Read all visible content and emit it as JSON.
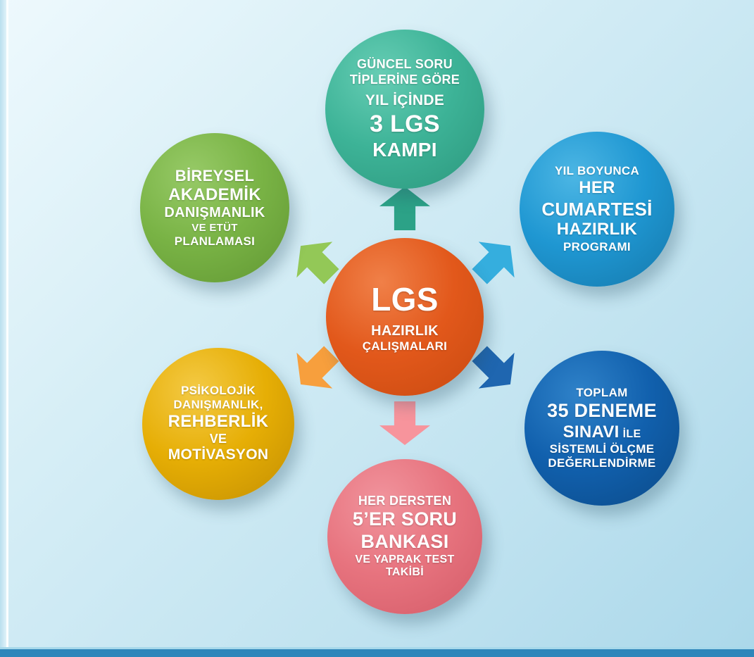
{
  "colors": {
    "background_top": "#eef9fd",
    "background_bottom": "#abd8ea",
    "bottom_bar": "#2e86ba",
    "center_orange": "#e2581b",
    "top_teal": "#3db397",
    "top_right_cyan": "#1f97d2",
    "bottom_right_blue": "#1160ad",
    "bottom_salmon": "#e7737e",
    "bottom_left_gold": "#e6ae05",
    "top_left_green": "#79b345",
    "arrow_up": "#2ca287",
    "arrow_upper_right": "#35aede",
    "arrow_lower_right": "#1f66b0",
    "arrow_down": "#f7949c",
    "arrow_lower_left": "#f79f3d",
    "arrow_upper_left": "#93c857",
    "text": "#ffffff"
  },
  "center": {
    "line1": "LGS",
    "line2": "HAZIRLIK",
    "line3": "ÇALIŞMALARI"
  },
  "top_circle": {
    "line1": "GÜNCEL SORU",
    "line2": "TİPLERİNE GÖRE",
    "line3": "YIL İÇİNDE",
    "line4": "3 LGS",
    "line5": "KAMPI"
  },
  "top_right_circle": {
    "line1": "YIL BOYUNCA",
    "line2": "HER",
    "line3": "CUMARTESİ",
    "line4": "HAZIRLIK",
    "line5": "PROGRAMI"
  },
  "bottom_right_circle": {
    "line1": "TOPLAM",
    "line2": "35 DENEME",
    "line3_big": "SINAVI",
    "line3_small": "İLE",
    "line4": "SİSTEMLİ ÖLÇME",
    "line5": "DEĞERLENDİRME"
  },
  "bottom_circle": {
    "line1": "HER DERSTEN",
    "line2": "5’ER SORU",
    "line3": "BANKASI",
    "line4": "VE YAPRAK TEST",
    "line5": "TAKİBİ"
  },
  "bottom_left_circle": {
    "line1": "PSİKOLOJİK",
    "line2": "DANIŞMANLIK,",
    "line3": "REHBERLİK",
    "line4": "VE",
    "line5": "MOTİVASYON"
  },
  "top_left_circle": {
    "line1": "BİREYSEL",
    "line2": "AKADEMİK",
    "line3": "DANIŞMANLIK",
    "line4": "VE ETÜT",
    "line5": "PLANLAMASI"
  }
}
